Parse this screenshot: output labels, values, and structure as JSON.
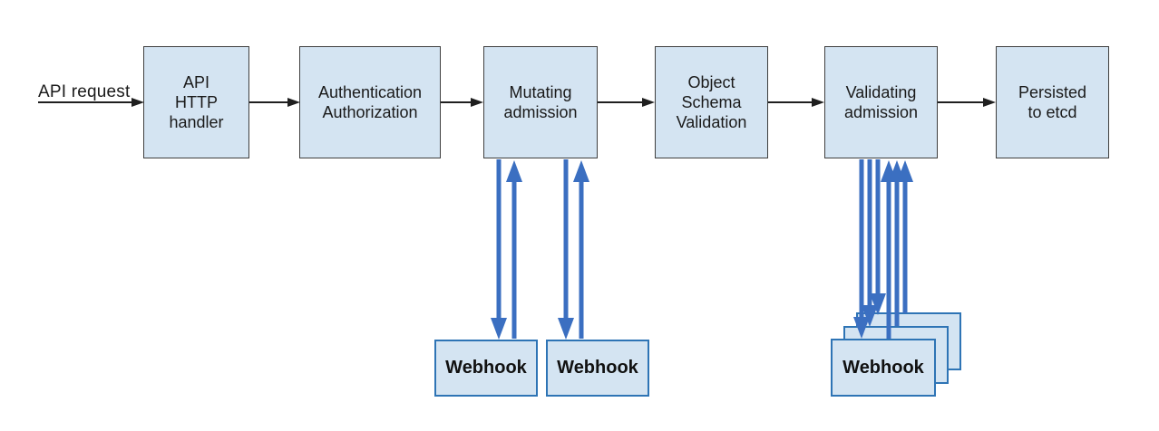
{
  "colors": {
    "box_fill": "#d4e4f2",
    "stage_border": "#3f3f3f",
    "webhook_border": "#2e74b5",
    "flow_arrow": "#1f1f1f",
    "webhook_arrow": "#3b6fc1",
    "text": "#1a1a1a"
  },
  "flow": {
    "input_label": "API request",
    "stages": [
      {
        "name": "api-http-handler",
        "lines": [
          "API",
          "HTTP",
          "handler"
        ]
      },
      {
        "name": "authentication-authorization",
        "lines": [
          "Authentication",
          "Authorization"
        ]
      },
      {
        "name": "mutating-admission",
        "lines": [
          "Mutating",
          "admission"
        ]
      },
      {
        "name": "object-schema-validation",
        "lines": [
          "Object",
          "Schema",
          "Validation"
        ]
      },
      {
        "name": "validating-admission",
        "lines": [
          "Validating",
          "admission"
        ]
      },
      {
        "name": "persisted-to-etcd",
        "lines": [
          "Persisted",
          "to etcd"
        ]
      }
    ]
  },
  "webhooks": {
    "mutating": [
      {
        "label": "Webhook"
      },
      {
        "label": "Webhook"
      }
    ],
    "validating": {
      "front_label": "Webhook",
      "stack_count": 3
    }
  }
}
